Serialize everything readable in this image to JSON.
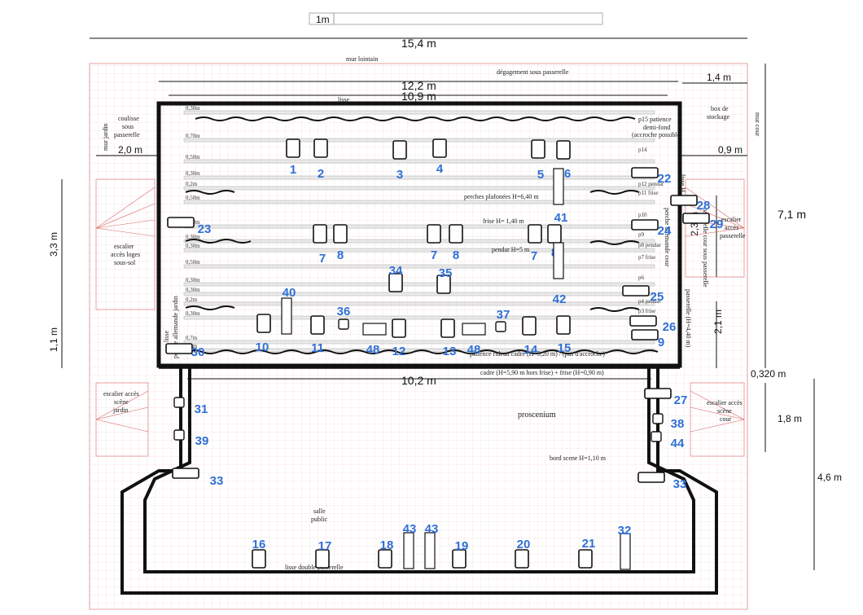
{
  "scale": {
    "label": "1m"
  },
  "dimensions": {
    "total_width": "15,4 m",
    "inner_width_a": "12,2 m",
    "inner_width_b": "10,9 m",
    "coulisse_jardin": "2,0 m",
    "coulisse_cour": "0,9 m",
    "storage": "1,4 m",
    "stage_depth": "7,1 m",
    "stair_left": "3,3 m",
    "left_low": "1,1 m",
    "right_mid": "2,3 m",
    "right_low": "2,1 m",
    "cadre_width": "10,2 m",
    "cadre_depth": "0,320 m",
    "proscenium_depth": "1,8 m",
    "front_depth": "4,6 m"
  },
  "labels": {
    "mur_lointain": "mur lointain",
    "degagement": "dégagement sous passerelle",
    "lisse": "lisse",
    "coulisse": [
      "coulisse",
      "sous",
      "passerelle"
    ],
    "mur_jardin": "mur jardin",
    "mur_cour": "mur cour",
    "box": [
      "box de",
      "stockage"
    ],
    "escalier_loges": [
      "escalier",
      "accès loges",
      "sous-sol"
    ],
    "escalier_passerelle": [
      "escalier",
      "accès",
      "passerelle"
    ],
    "perche_jardin": "perche allemande jardin",
    "perche_cour": "perche allemande cour",
    "passerelle_cour": "passerelle cour sous passerelle",
    "passerelle_h": "passerelle (H=4,40 m)",
    "lisse_left": "lisse",
    "lisse_right": "lisse H",
    "patience_fond": [
      "p15 patience",
      "demi-fond",
      "(accroche possible)"
    ],
    "perches_plafonees": "perches plafonées H=6,40 m",
    "frise": "frise H= 1,40 m",
    "pendar": "pendar H=5 m",
    "patience_rideau": "patience rideau cadre (H=5,20 m) / (pas d'accroche)",
    "cadre": "cadre (H=5,90 m hors frise) + frise (H=0,90 m)",
    "proscenium": "proscenium",
    "bord_scene": "bord scene H=1,10 m",
    "salle": [
      "salle",
      "public"
    ],
    "lisse_double": "lisse double passerelle",
    "escalier_jardin": [
      "escalier accès",
      "scène",
      "jardin"
    ],
    "escalier_cour": [
      "escalier accès",
      "scène",
      "cour"
    ]
  },
  "bar_labels": [
    "0,30m",
    "0,70m",
    "0,50m",
    "0,30m",
    "0,2m",
    "0,50m",
    "0,30m",
    "0,30m",
    "0,30m",
    "0,50m",
    "0,30m",
    "0,30m",
    "0,2m",
    "0,30m",
    "0,7m",
    "0,2m"
  ],
  "pipe_labels": [
    "p14",
    "p12 pendar",
    "p11 frise",
    "p10",
    "p9",
    "p8 pendar",
    "p7 frise",
    "p6",
    "p4 pendar",
    "p3 frise"
  ],
  "fixtures": [
    {
      "n": "1"
    },
    {
      "n": "2"
    },
    {
      "n": "3"
    },
    {
      "n": "4"
    },
    {
      "n": "5"
    },
    {
      "n": "6"
    },
    {
      "n": "7"
    },
    {
      "n": "8"
    },
    {
      "n": "7"
    },
    {
      "n": "8"
    },
    {
      "n": "7"
    },
    {
      "n": "8"
    },
    {
      "n": "9"
    },
    {
      "n": "10"
    },
    {
      "n": "11"
    },
    {
      "n": "12"
    },
    {
      "n": "13"
    },
    {
      "n": "14"
    },
    {
      "n": "15"
    },
    {
      "n": "16"
    },
    {
      "n": "17"
    },
    {
      "n": "18"
    },
    {
      "n": "19"
    },
    {
      "n": "20"
    },
    {
      "n": "21"
    },
    {
      "n": "22"
    },
    {
      "n": "23"
    },
    {
      "n": "24"
    },
    {
      "n": "25"
    },
    {
      "n": "26"
    },
    {
      "n": "27"
    },
    {
      "n": "28"
    },
    {
      "n": "29"
    },
    {
      "n": "30"
    },
    {
      "n": "31"
    },
    {
      "n": "32"
    },
    {
      "n": "33"
    },
    {
      "n": "33"
    },
    {
      "n": "34"
    },
    {
      "n": "35"
    },
    {
      "n": "36"
    },
    {
      "n": "37"
    },
    {
      "n": "38"
    },
    {
      "n": "39"
    },
    {
      "n": "40"
    },
    {
      "n": "41"
    },
    {
      "n": "42"
    },
    {
      "n": "43"
    },
    {
      "n": "43"
    },
    {
      "n": "44"
    },
    {
      "n": "48"
    },
    {
      "n": "48"
    }
  ]
}
